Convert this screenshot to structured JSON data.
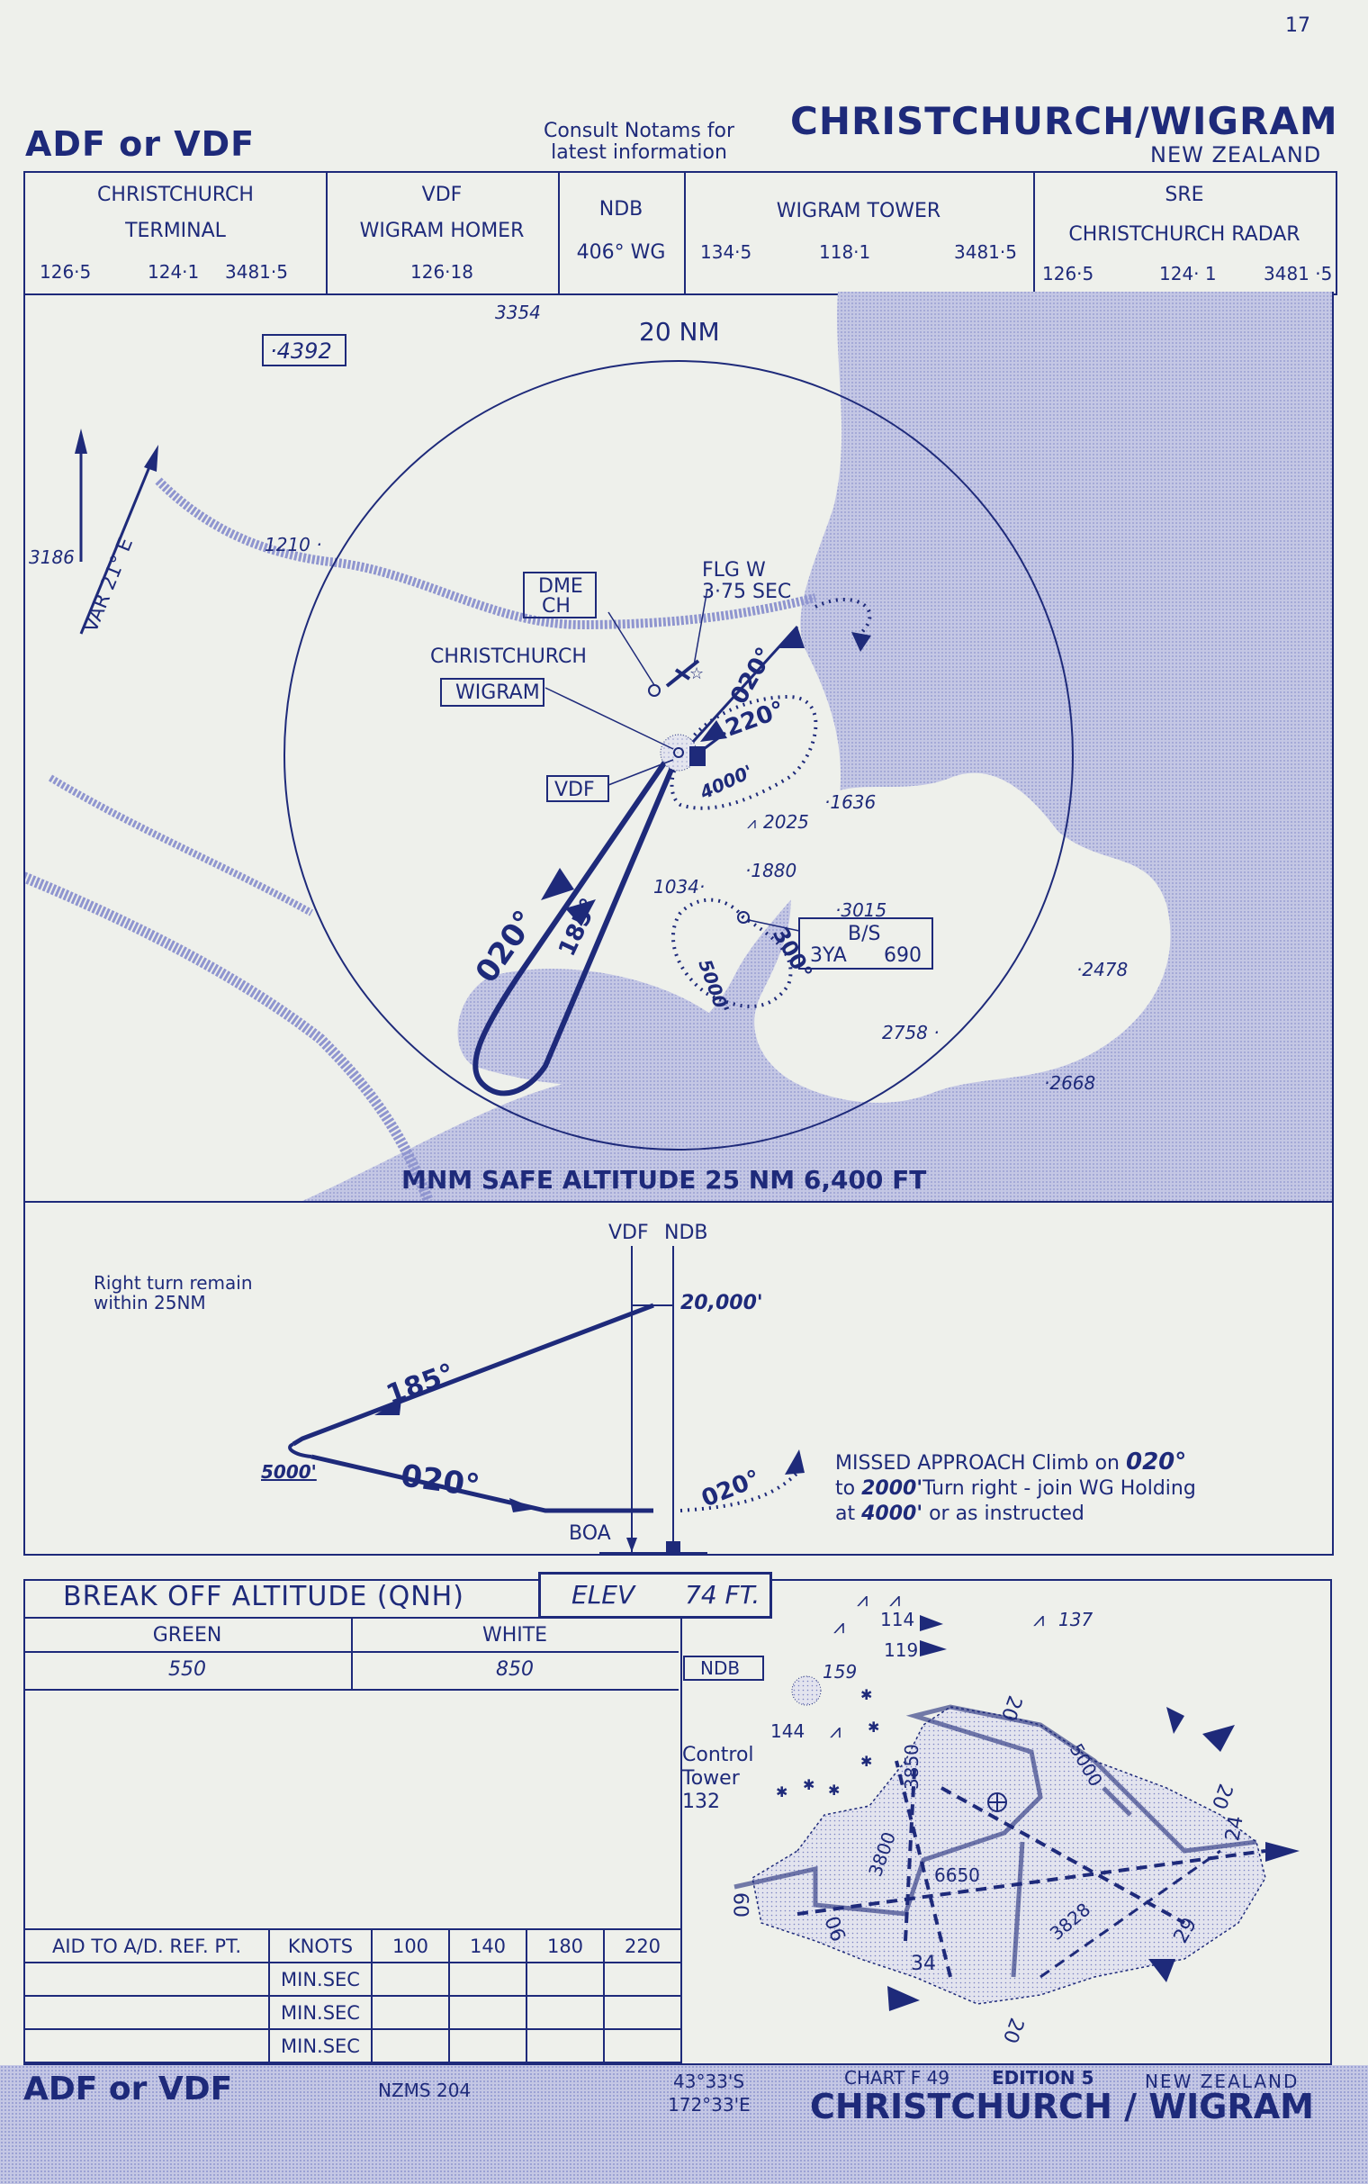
{
  "page_number": "17",
  "header": {
    "procedure": "ADF or VDF",
    "notams_line1": "Consult Notams for",
    "notams_line2": "latest information",
    "airport": "CHRISTCHURCH/WIGRAM",
    "country": "NEW ZEALAND"
  },
  "comms": [
    {
      "title1": "CHRISTCHURCH",
      "title2": "TERMINAL",
      "freqs": [
        "126·5",
        "124·1",
        "3481·5"
      ]
    },
    {
      "title1": "VDF",
      "title2": "WIGRAM HOMER",
      "freqs": [
        "126·18"
      ]
    },
    {
      "title1": "NDB",
      "title2": "406° WG",
      "freqs": []
    },
    {
      "title1": "WIGRAM TOWER",
      "title2": "",
      "freqs": [
        "134·5",
        "118·1",
        "3481·5"
      ]
    },
    {
      "title1": "SRE",
      "title2": "CHRISTCHURCH RADAR",
      "freqs": [
        "126·5",
        "124· 1",
        "3481 ·5"
      ]
    }
  ],
  "plan": {
    "code_3354": "3354",
    "box_4392": "·4392",
    "range_label": "20 NM",
    "variation": "VAR 21° E",
    "elev_3186": "3186",
    "elev_1210": "1210 ·",
    "dme_line1": "DME",
    "dme_line2": "CH",
    "flg_line1": "FLG W",
    "flg_line2": "3·75 SEC",
    "christchurch": "CHRISTCHURCH",
    "wigram": "WIGRAM",
    "vdf": "VDF",
    "hdg_020_top": "020°",
    "hdg_220": "220°",
    "alt_4000": "4000'",
    "elev_1636": "·1636",
    "elev_2025": "2025",
    "elev_1880": "·1880",
    "elev_1034": "1034·",
    "elev_3015": "·3015",
    "bs_line1": "B/S",
    "bs_line2_a": "3YA",
    "bs_line2_b": "690",
    "hdg_300": "300°",
    "alt_5000": "5000'",
    "hdg_020_bottom": "020°",
    "hdg_185": "185°",
    "elev_2478": "·2478",
    "elev_2758": "2758 ·",
    "elev_2668": "·2668",
    "mnm_safe": "MNM SAFE ALTITUDE 25 NM 6,400 FT"
  },
  "profile": {
    "vdf": "VDF",
    "ndb": "NDB",
    "alt_20000": "20,000'",
    "right_turn_1": "Right turn remain",
    "right_turn_2": "within 25NM",
    "hdg_185": "185°",
    "alt_5000": "5000'",
    "hdg_020": "020°",
    "hdg_020_missed": "020°",
    "boa": "BOA",
    "missed_1a": "MISSED APPROACH Climb on",
    "missed_1b": "020°",
    "missed_2a": "to",
    "missed_2b": "2000'",
    "missed_2c": "Turn right - join WG Holding",
    "missed_3a": "at",
    "missed_3b": "4000'",
    "missed_3c": "or as instructed"
  },
  "minima": {
    "break_off": "BREAK OFF ALTITUDE (QNH)",
    "elev_label": "ELEV",
    "elev_value": "74 FT.",
    "green_label": "GREEN",
    "white_label": "WHITE",
    "green_value": "550",
    "white_value": "850"
  },
  "timing": {
    "row_label": "AID TO A/D. REF. PT.",
    "knots_label": "KNOTS",
    "speeds": [
      "100",
      "140",
      "180",
      "220"
    ],
    "min_sec": "MIN.SEC"
  },
  "aerodrome": {
    "obst_114": "114",
    "obst_137": "137",
    "obst_119": "119",
    "obst_159": "159",
    "obst_144": "144",
    "ndb": "NDB",
    "control_tower_1": "Control",
    "control_tower_2": "Tower",
    "control_tower_3": "132",
    "len_3850": "3850",
    "len_5000": "5000",
    "len_3800": "3800",
    "len_6650": "6650",
    "len_3828": "3828",
    "rwy_20a": "20",
    "rwy_20b": "20",
    "rwy_20c": "20",
    "rwy_24": "24",
    "rwy_29": "29",
    "rwy_34": "34",
    "rwy_09": "09",
    "rwy_06": "06"
  },
  "footer": {
    "procedure": "ADF or VDF",
    "nzms": "NZMS 204",
    "lat": "43°33'S",
    "lon": "172°33'E",
    "chart": "CHART F 49",
    "edition": "EDITION 5",
    "country": "NEW ZEALAND",
    "airport": "CHRISTCHURCH / WIGRAM"
  },
  "colors": {
    "ink": "#1e2a7a",
    "paper": "#eef0eb",
    "sea": "#b9bde0",
    "land_fill": "#dfe1ec"
  }
}
